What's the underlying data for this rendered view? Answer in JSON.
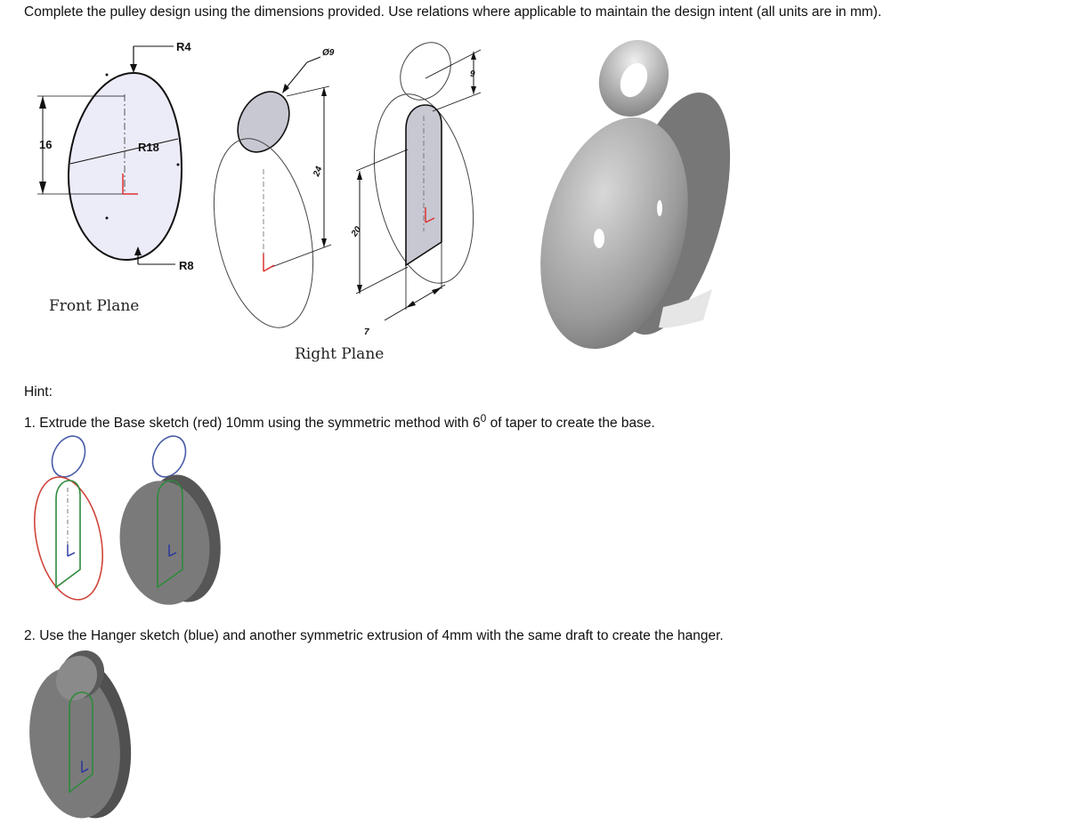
{
  "intro": "Complete the pulley design using the dimensions provided. Use relations where applicable to maintain the design intent (all units are in mm).",
  "front": {
    "caption": "Front Plane",
    "dims": {
      "r4": "R4",
      "r18": "R18",
      "r8": "R8",
      "d16": "16"
    }
  },
  "right": {
    "caption": "Right Plane",
    "dims": {
      "phi9": "Ø9",
      "d24": "24",
      "d20": "20",
      "d7": "7",
      "d9": "9"
    }
  },
  "hint": {
    "heading": "Hint:",
    "step1_pre": "1. Extrude the Base sketch (red) 10mm using the symmetric method with 6",
    "step1_sup": "0",
    "step1_post": " of taper to create the base.",
    "step2": "2. Use the Hanger sketch (blue) and another symmetric extrusion of 4mm with the same draft to create the hanger."
  },
  "colors": {
    "base_sketch": "#d0453a",
    "hanger_sketch": "#4a5ca8",
    "profile": "#2e8a3c",
    "solid": "#6b6b6b"
  }
}
